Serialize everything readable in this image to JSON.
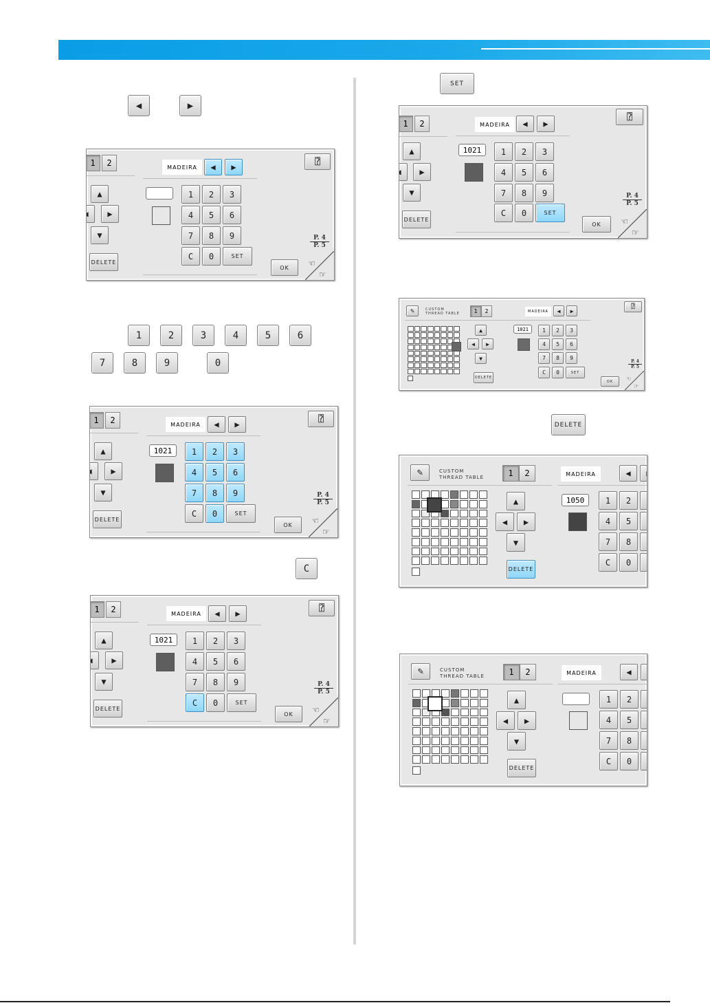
{
  "colors": {
    "header_bar": "#12a3e8",
    "highlight": "#a8e0fb",
    "swatch_dark": "#5e5e5e",
    "swatch_darker": "#444444"
  },
  "floating": {
    "arrow_left": "◀",
    "arrow_right": "▶",
    "set_label": "SET",
    "c_label": "C",
    "delete_label": "DELETE",
    "digits_row1": [
      "1",
      "2",
      "3",
      "4",
      "5",
      "6"
    ],
    "digits_row2": [
      "7",
      "8",
      "9",
      "0"
    ]
  },
  "panel": {
    "tab1": "1",
    "tab2": "2",
    "brand": "MADEIRA",
    "keys": [
      "1",
      "2",
      "3",
      "4",
      "5",
      "6",
      "7",
      "8",
      "9",
      "C",
      "0"
    ],
    "set": "SET",
    "delete": "DELETE",
    "ok": "OK",
    "page4": "P. 4",
    "page5": "P. 5",
    "code_1021": "1021",
    "code_1050": "1050",
    "custom_line1": "CUSTOM",
    "custom_line2": "THREAD TABLE",
    "up": "▲",
    "down": "▼",
    "left": "◀",
    "right": "▶"
  }
}
